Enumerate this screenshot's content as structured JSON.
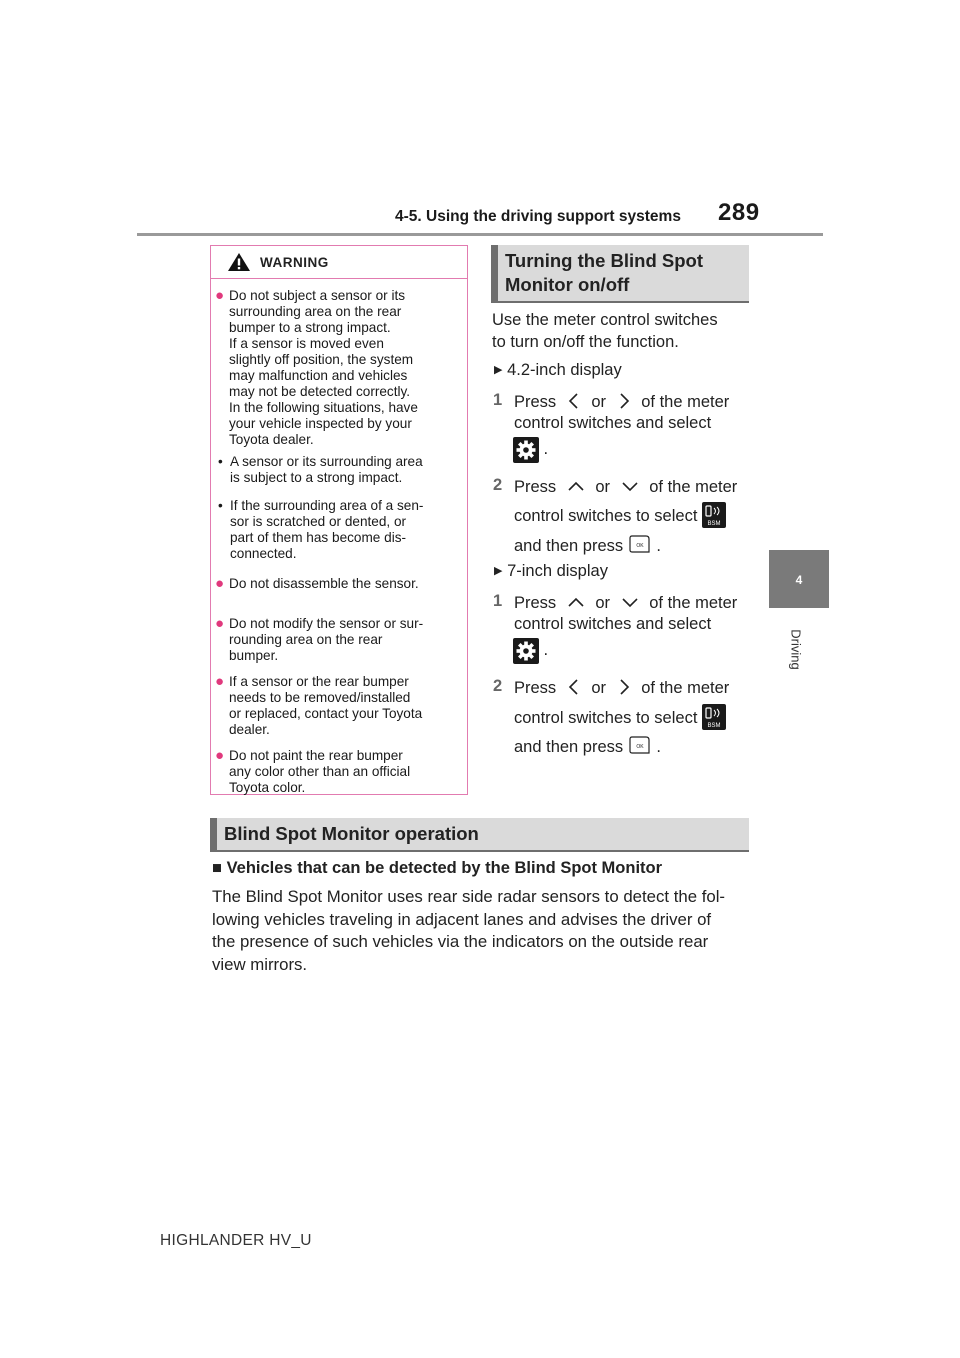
{
  "header": {
    "section_title": "4-5. Using the driving support systems",
    "page_number": "289"
  },
  "side_tab": {
    "chapter_number": "4",
    "chapter_label": "Driving"
  },
  "warning": {
    "title": "WARNING",
    "items": [
      {
        "type": "bullet",
        "lines": [
          "Do not subject a sensor or its",
          "surrounding area on the rear",
          "bumper to a strong impact.",
          "If a sensor is moved even",
          "slightly off position, the system",
          "may malfunction and vehicles",
          "may not be detected correctly.",
          "In the following situations, have",
          "your vehicle inspected by your",
          "Toyota dealer."
        ]
      },
      {
        "type": "sub",
        "lines": [
          "A sensor or its surrounding area",
          "is subject to a strong impact."
        ]
      },
      {
        "type": "sub",
        "lines": [
          "If the surrounding area of a sen-",
          "sor is scratched or dented, or",
          "part of them has become dis-",
          "connected."
        ]
      },
      {
        "type": "bullet",
        "lines": [
          "Do not disassemble the sensor."
        ]
      },
      {
        "type": "bullet",
        "lines": [
          "Do not modify the sensor or sur-",
          "rounding area on the rear",
          "bumper."
        ]
      },
      {
        "type": "bullet",
        "lines": [
          "If a sensor or the rear bumper",
          "needs to be removed/installed",
          "or replaced, contact your Toyota",
          "dealer."
        ]
      },
      {
        "type": "bullet",
        "lines": [
          "Do not paint the rear bumper",
          "any color other than an official",
          "Toyota color."
        ]
      }
    ]
  },
  "turning": {
    "heading_line1": "Turning the Blind Spot",
    "heading_line2": "Monitor on/off",
    "intro_line1": "Use the meter control switches",
    "intro_line2": "to turn on/off the function.",
    "display_42": "4.2-inch display",
    "display_7": "7-inch display",
    "step1_num": "1",
    "step2_num": "2",
    "press": "Press",
    "or": "or",
    "of_the_meter": "of the meter",
    "control_select": "control switches and select",
    "control_select_to": "control switches to select",
    "and_then_press": "and then press",
    "period": ".",
    "ok_label": "OK",
    "bsm_label": "BSM"
  },
  "operation": {
    "heading": "Blind Spot Monitor operation",
    "subheading": "Vehicles that can be detected by the Blind Spot Monitor",
    "body_lines": [
      "The Blind Spot Monitor uses rear side radar sensors to detect the fol-",
      "lowing vehicles traveling in adjacent lanes and advises the driver of",
      "the presence of such vehicles via the indicators on the outside rear",
      "view mirrors."
    ]
  },
  "footer": {
    "model": "HIGHLANDER HV_U"
  },
  "colors": {
    "warning_border": "#e27bb0",
    "bullet": "#e0397d",
    "tab": "#7a7a7a",
    "heading_bg": "#dadada"
  }
}
